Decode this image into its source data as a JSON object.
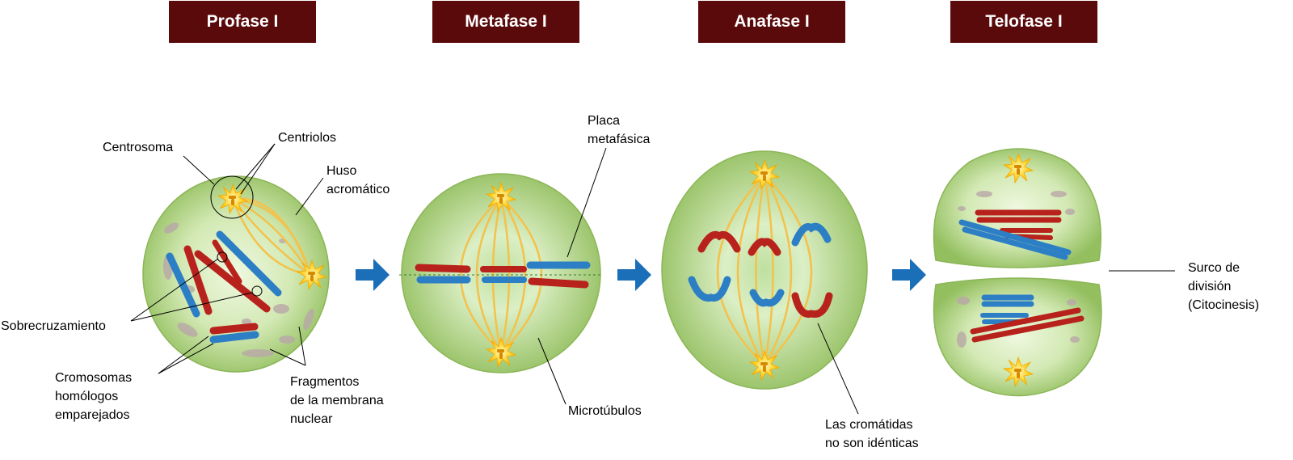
{
  "stages": [
    {
      "title": "Profase I"
    },
    {
      "title": "Metafase I"
    },
    {
      "title": "Anafase I"
    },
    {
      "title": "Telofase I"
    }
  ],
  "labels": {
    "centrosoma": "Centrosoma",
    "centriolos": "Centriolos",
    "huso": [
      "Huso",
      "acromático"
    ],
    "sobrecruzamiento": "Sobrecruzamiento",
    "cromosomas": [
      "Cromosomas",
      "homólogos",
      "emparejados"
    ],
    "fragmentos": [
      "Fragmentos",
      "de la membrana",
      "nuclear"
    ],
    "placa": [
      "Placa",
      "metafásica"
    ],
    "microtubulos": "Microtúbulos",
    "cromatidas": [
      "Las cromátidas",
      "no son idénticas"
    ],
    "surco": [
      "Surco de",
      "división",
      "(Citocinesis)"
    ]
  },
  "colors": {
    "header_bg": "#5a0a0a",
    "cell_outer": "#9cc46a",
    "cell_inner": "#e6f4cf",
    "chromosome_red": "#b8221c",
    "chromosome_blue": "#2c7fc4",
    "spindle": "#f3c24c",
    "arrow": "#1a6fb8"
  }
}
